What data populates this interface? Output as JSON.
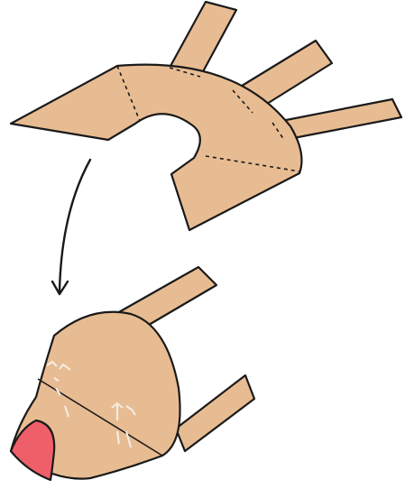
{
  "colors": {
    "paper": "#e8bc92",
    "outline": "#1a1a1a",
    "red_tip": "#ef5f6a",
    "staple": "#f3efe9"
  },
  "figure": {
    "top_part": "flat-net-with-tabs",
    "bottom_part": "assembled-cone-with-legs",
    "arrow": "curved-down-arrow"
  }
}
